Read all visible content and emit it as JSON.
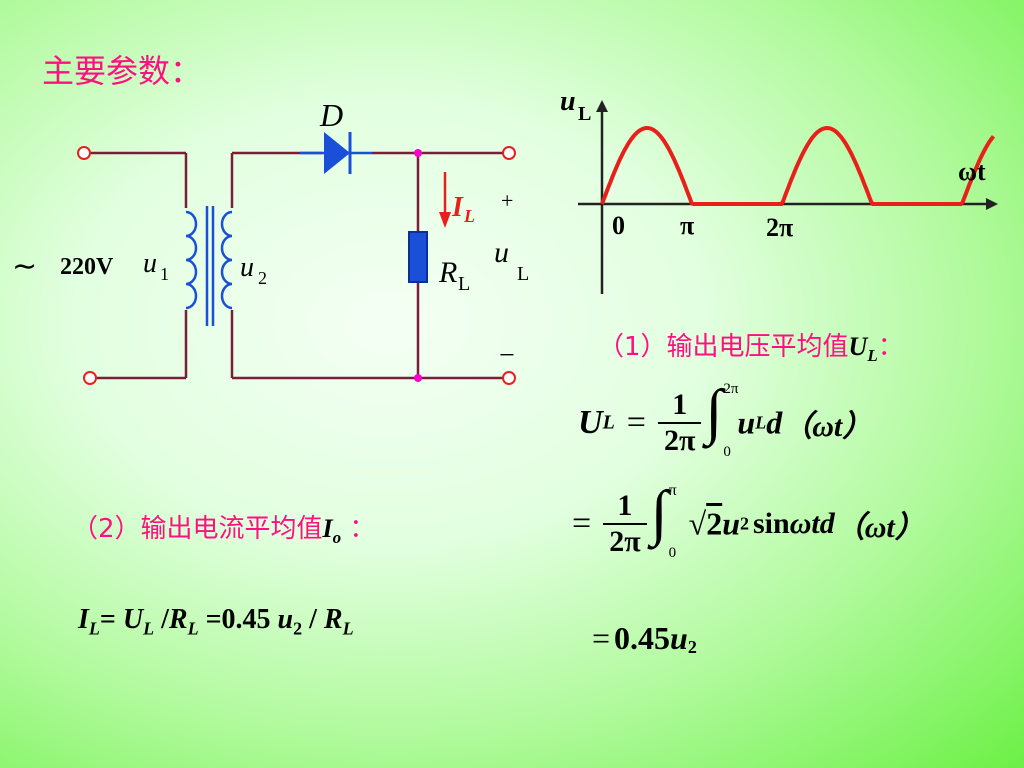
{
  "title": "主要参数：",
  "circuit": {
    "diode_label": "D",
    "source_symbol": "∼",
    "source_voltage": "220V",
    "u1_main": "u",
    "u1_sub": "1",
    "u2_main": "u",
    "u2_sub": "2",
    "current_main": "I",
    "current_sub": "L",
    "plus": "+",
    "minus": "−",
    "resistor_main": "R",
    "resistor_sub": "L",
    "uL_main": "u",
    "uL_sub": "L"
  },
  "waveform": {
    "y_label_main": "u",
    "y_label_sub": "L",
    "x_label": "ωt",
    "ticks": [
      "0",
      "π",
      "2π"
    ],
    "colors": {
      "wave": "#e8201c",
      "axis": "#222222"
    }
  },
  "section1": {
    "label_prefix": "（1）输出电压平均值",
    "var_main": "U",
    "var_sub": "L",
    "label_suffix": "："
  },
  "section2": {
    "label_prefix": "（2）输出电流平均值",
    "var_main": "I",
    "var_sub": "o",
    "label_suffix": " ："
  },
  "formula_current": {
    "I": "I",
    "I_sub": "L",
    "eq1": "= ",
    "U": "U",
    "U_sub": "L",
    "slash": " /",
    "R": "R",
    "R_sub": "L",
    "eq2": " =0.45 ",
    "u": "u",
    "u_sub": "2",
    "slash2": " / ",
    "R2": "R",
    "R2_sub": "L"
  },
  "formula_voltage": {
    "line1": {
      "U": "U",
      "U_sub": "L",
      "eq": "=",
      "num": "1",
      "den": "2π",
      "upper": "2π",
      "lower": "0",
      "integrand": "u",
      "integrand_sub": "L",
      "d": "d",
      "arg": "（ωt）"
    },
    "line2": {
      "eq": "=",
      "num": "1",
      "den": "2π",
      "upper": "π",
      "lower": "0",
      "sqrt": "2",
      "u": "u",
      "u_sub": "2",
      "sin": "sin",
      "wtd": "ωtd",
      "arg": "（ωt）"
    },
    "line3": {
      "eq": "=",
      "value": "0.45",
      "u": "u",
      "u_sub": "2"
    }
  }
}
